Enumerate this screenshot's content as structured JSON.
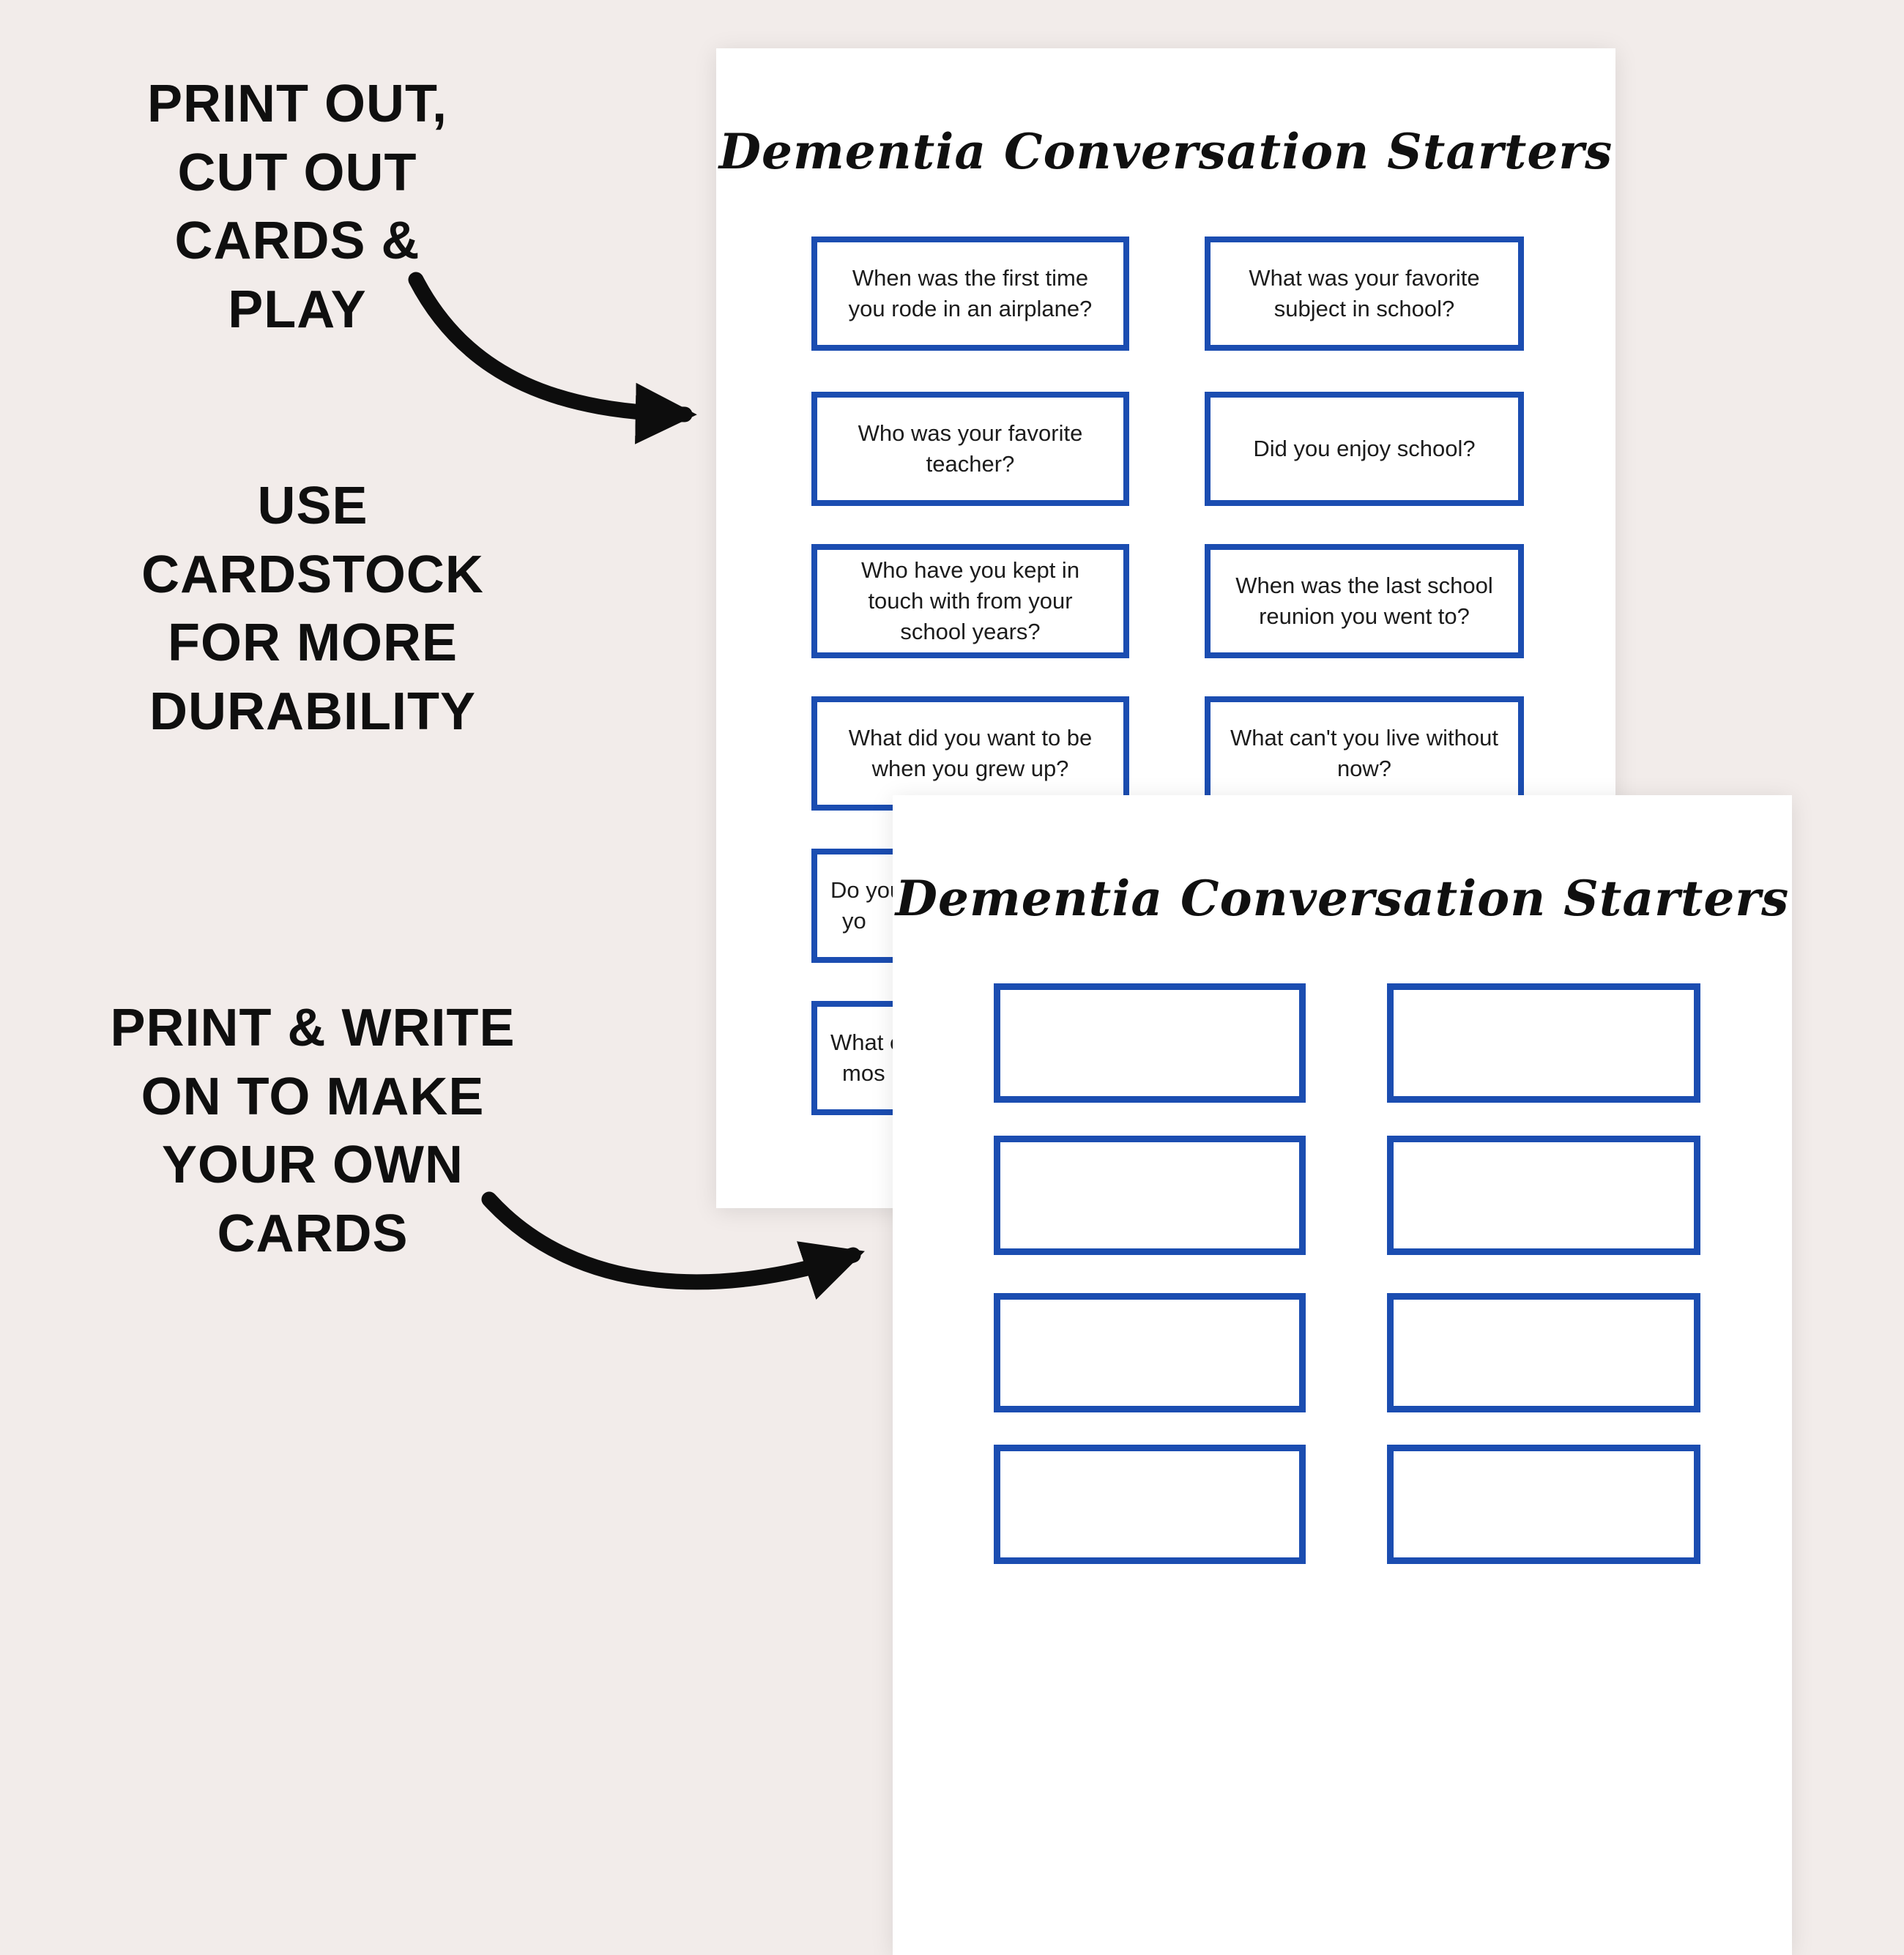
{
  "colors": {
    "background": "#f2ecea",
    "accent_blue": "#1b4db1",
    "ink": "#0f0f0f"
  },
  "annotations": {
    "note1": "PRINT OUT,\nCUT OUT\nCARDS &\nPLAY",
    "note2": "USE\nCARDSTOCK\nFOR MORE\nDURABILITY",
    "note3": "PRINT & WRITE\nON TO MAKE\nYOUR OWN\nCARDS"
  },
  "page1": {
    "title": "Dementia Conversation Starters",
    "left_cards": [
      {
        "text": "When was the first time you rode in an airplane?"
      },
      {
        "text": "Who was your favorite teacher?"
      },
      {
        "text": "Who have you kept in touch with from your school years?"
      },
      {
        "text": "What did you want to be when you grew up?"
      },
      {
        "line1": "Do you",
        "line2": "yo"
      },
      {
        "line1": "What e",
        "line2": "mos"
      }
    ],
    "right_cards": [
      {
        "text": "What was your favorite subject in school?"
      },
      {
        "text": "Did you enjoy school?"
      },
      {
        "text": "When was the last school reunion you went to?"
      },
      {
        "text": "What can't you live without now?"
      }
    ]
  },
  "page2": {
    "title": "Dementia Conversation Starters",
    "blank_card_rows_visible": 4
  }
}
